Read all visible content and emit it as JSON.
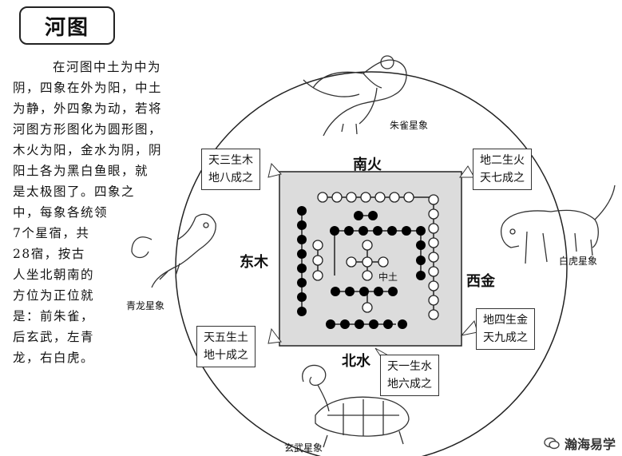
{
  "title": "河图",
  "paragraph_lines": [
    "在河图中土为中为",
    "阴，四象在外为阳，中土",
    "为静，外四象为动，若将",
    "河图方形图化为圆形图，",
    "木火为阳，金水为阴，阴",
    "阳土各为黑白鱼眼，就",
    "是太极图了。四象之",
    "中，每象各统领",
    "7个星宿，共",
    "28宿，按古",
    "人坐北朝南的",
    "方位为正位就",
    "是：前朱雀，",
    "后玄武，左青",
    "龙，右白虎。"
  ],
  "directions": {
    "south": "南火",
    "east": "东木",
    "west": "西金",
    "north": "北水",
    "center": "中土"
  },
  "callouts": {
    "top_left": [
      "天三生木",
      "地八成之"
    ],
    "top_right": [
      "地二生火",
      "天七成之"
    ],
    "bottom_left": [
      "天五生土",
      "地十成之"
    ],
    "right_mid": [
      "地四生金",
      "天九成之"
    ],
    "bottom_center": [
      "天一生水",
      "地六成之"
    ]
  },
  "beasts": {
    "vermilion_bird": "朱雀星象",
    "white_tiger": "白虎星象",
    "azure_dragon": "青龙星象",
    "black_tortoise": "玄武星象"
  },
  "watermark": "瀚海易学",
  "colors": {
    "line": "#222222",
    "square_fill": "#dcdcdc",
    "black_dot": "#000000",
    "white_dot": "#ffffff"
  }
}
